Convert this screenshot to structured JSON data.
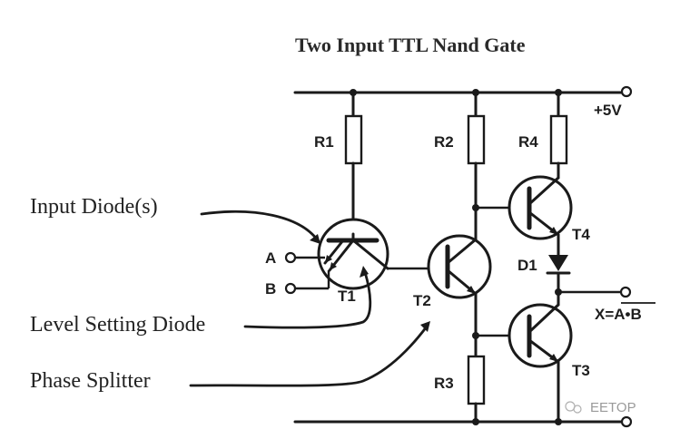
{
  "title": "Two Input TTL Nand Gate",
  "components": {
    "resistors": [
      "R1",
      "R2",
      "R3",
      "R4"
    ],
    "transistors": [
      "T1",
      "T2",
      "T3",
      "T4"
    ],
    "diode": "D1"
  },
  "terminals": {
    "supply": "+5V",
    "input_a": "A",
    "input_b": "B",
    "output": "X=",
    "output_expr": "A•B",
    "ground": ""
  },
  "annotations": {
    "input_diodes": "Input Diode(s)",
    "level_setting_diode": "Level Setting Diode",
    "phase_splitter": "Phase Splitter"
  },
  "watermark": "EETOP",
  "colors": {
    "ink": "#1a1a1a",
    "background": "#ffffff"
  }
}
